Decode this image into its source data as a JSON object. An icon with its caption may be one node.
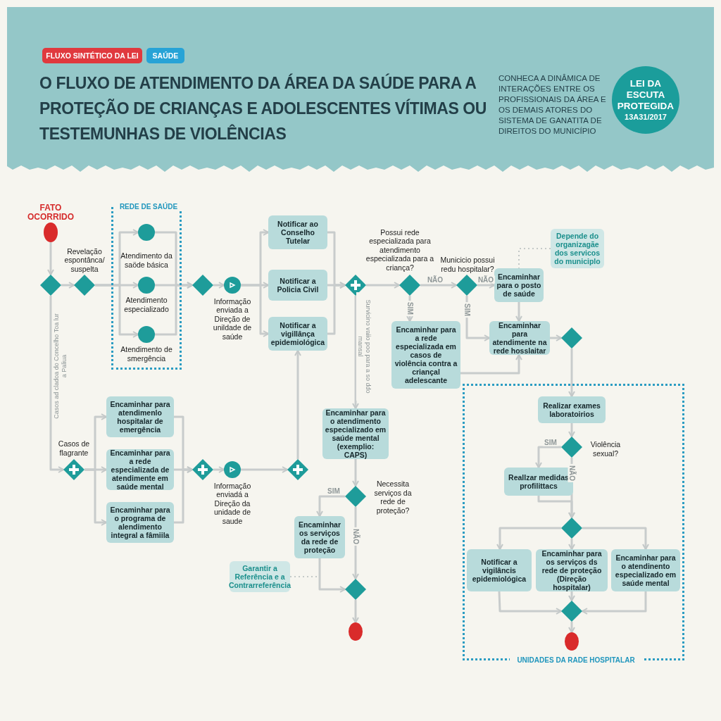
{
  "diagram": {
    "title": "O FLUXO DE ATENDIMENTO DA ÁREA DA SAÚDE PARA A PROTEÇÃO DE CRIANÇAS E ADOLESCENTES VÍTIMAS OU TESTEMUNHAS DE VIOLÊNCIAS",
    "nodes": [
      {
        "text": [
          "FLUXO SINTÉTICO DA LEI"
        ]
      },
      {
        "text": [
          "SAÚDE"
        ]
      },
      {
        "text": [
          "LEI DA ESCUTA PROTEGIDA",
          "13A31/2017"
        ]
      },
      {
        "text": [
          "FATO OCORRIDO"
        ]
      },
      {
        "text": [],
        "shape": "diamond"
      },
      {
        "text": [
          "Revelação espontânca/ suspelta"
        ]
      },
      {
        "text": [
          "REDE DE SAÚDE"
        ]
      },
      {
        "text": [
          "Atendimento da saöde básica"
        ],
        "in": 6
      },
      {
        "text": [
          "Atendimento especializado"
        ],
        "in": 6
      },
      {
        "text": [
          "Atendimento de smergência"
        ],
        "in": 6
      },
      {
        "text": [],
        "shape": "diamond"
      },
      {
        "text": [
          "Informação enviada a Direção de unildade de saúde"
        ]
      },
      {
        "text": [
          "Notificar ao Conselho Tutelar"
        ]
      },
      {
        "text": [
          "Notificar a Policia Civil"
        ]
      },
      {
        "text": [
          "Notificar a vigillânça epidemiológica"
        ]
      },
      {
        "text": [],
        "shape": "diamond"
      },
      {
        "text": [
          "Possui rede especializada para atendimento especializada para a criança?"
        ]
      },
      {
        "text": [
          "Municicio possui redu hospitalar?"
        ]
      },
      {
        "text": [
          "Encaminhar para o posto de saúde"
        ]
      },
      {
        "text": [
          "Depende do organizagãe dos servicos do municiplo"
        ]
      },
      {
        "text": [
          "Encaminhar para a rede especializada em casos de violência contra a criançal adelescante"
        ]
      },
      {
        "text": [
          "Encaminhar para atendimente na rede hosslaitar"
        ]
      },
      {
        "text": [],
        "shape": "diamond"
      },
      {
        "text": [
          "Encaminhar para atendimenlo hospitalar de emergência"
        ]
      },
      {
        "text": [
          "Encaminhar para a rede especializada de atendimente em saúde mental"
        ]
      },
      {
        "text": [
          "Encaminhar para o programa de alendimento integral a fâmiila"
        ]
      },
      {
        "text": [
          "Casos de flagrante"
        ]
      },
      {
        "text": [],
        "shape": "diamond"
      },
      {
        "text": [
          "Informação enviadá a Direção da unidade de saude"
        ]
      },
      {
        "text": [],
        "shape": "diamond"
      },
      {
        "text": [
          "Encaminhar para o atendimento especializado em saúde mental (exemplio: CAPS)"
        ]
      },
      {
        "text": [
          "Necessita serviços da rede de proteção?"
        ]
      },
      {
        "text": [
          "Encaminhar os serviços da rede de proteção"
        ]
      },
      {
        "text": [
          "Garantir a Referência e a Contrarreferência"
        ]
      },
      {
        "text": [],
        "shape": "diamond"
      },
      {
        "text": [],
        "shape": "circle"
      },
      {
        "text": [
          "UNIDADES DA RADE HOSPITALAR"
        ]
      },
      {
        "text": [
          "Realizar exames laboratoirios"
        ],
        "in": 36
      },
      {
        "text": [
          "Violência sexual?"
        ],
        "in": 36
      },
      {
        "text": [
          "Reallzar medidas profilittacs"
        ],
        "in": 36
      },
      {
        "text": [],
        "shape": "diamond",
        "in": 36
      },
      {
        "text": [
          "Notificar a vigilâncis epidemiológica"
        ],
        "in": 36
      },
      {
        "text": [
          "Encaminhar para os serviços ds rede de proteção (Direção hospitalar)"
        ],
        "in": 36
      },
      {
        "text": [
          "Encaminhar para o atendinento especializado em saúde mental"
        ],
        "in": 36
      },
      {
        "text": [],
        "shape": "diamond",
        "in": 36
      },
      {
        "text": [],
        "shape": "circle",
        "in": 36
      }
    ],
    "edges": [
      {
        "from": 3,
        "to": 4,
        "arrow": "to"
      },
      {
        "from": 4,
        "to": 5,
        "arrow": "to"
      },
      {
        "from": 5,
        "to": 7,
        "arrow": "to"
      },
      {
        "from": 5,
        "to": 8,
        "arrow": "to"
      },
      {
        "from": 5,
        "to": 9,
        "arrow": "to"
      },
      {
        "from": 7,
        "to": 10,
        "arrow": "to"
      },
      {
        "from": 8,
        "to": 10,
        "arrow": "to"
      },
      {
        "from": 9,
        "to": 10,
        "arrow": "to"
      },
      {
        "from": 10,
        "to": 11,
        "arrow": "to"
      },
      {
        "from": 11,
        "to": 12,
        "arrow": "to"
      },
      {
        "from": 11,
        "to": 13,
        "arrow": "to"
      },
      {
        "from": 11,
        "to": 14,
        "arrow": "to"
      },
      {
        "from": 12,
        "to": 15,
        "arrow": "to"
      },
      {
        "from": 13,
        "to": 15,
        "arrow": "to"
      },
      {
        "from": 14,
        "to": 15,
        "arrow": "to"
      },
      {
        "from": 15,
        "to": 16,
        "arrow": "to"
      },
      {
        "from": 16,
        "to": 17,
        "arrow": "to",
        "label": "NÃO"
      },
      {
        "from": 16,
        "to": 20,
        "arrow": "to",
        "label": "SIM"
      },
      {
        "from": 17,
        "to": 18,
        "arrow": "to",
        "label": "NÃO"
      },
      {
        "from": 17,
        "to": 21,
        "arrow": "to",
        "label": "SIM"
      },
      {
        "from": 18,
        "to": 21,
        "arrow": "to"
      },
      {
        "from": 20,
        "to": 21,
        "arrow": "to"
      },
      {
        "from": 21,
        "to": 22,
        "arrow": "to"
      },
      {
        "from": 22,
        "to": 37,
        "arrow": "to"
      },
      {
        "from": 19,
        "to": 18,
        "arrow": "none",
        "style": "dashed"
      },
      {
        "from": 4,
        "to": 26,
        "arrow": "to",
        "label": "Casos ad cladoa do Concelho Toa lur a Paliua"
      },
      {
        "from": 26,
        "to": 23,
        "arrow": "to"
      },
      {
        "from": 26,
        "to": 24,
        "arrow": "to"
      },
      {
        "from": 26,
        "to": 25,
        "arrow": "to"
      },
      {
        "from": 23,
        "to": 27,
        "arrow": "to"
      },
      {
        "from": 24,
        "to": 27,
        "arrow": "to"
      },
      {
        "from": 25,
        "to": 27,
        "arrow": "to"
      },
      {
        "from": 27,
        "to": 28,
        "arrow": "to"
      },
      {
        "from": 28,
        "to": 29,
        "arrow": "to"
      },
      {
        "from": 29,
        "to": 14,
        "arrow": "to"
      },
      {
        "from": 15,
        "to": 30,
        "arrow": "to",
        "label": "Survicino vaiio poo para a so ddo mansal"
      },
      {
        "from": 30,
        "to": 31,
        "arrow": "to"
      },
      {
        "from": 31,
        "to": 32,
        "arrow": "to",
        "label": "SIM"
      },
      {
        "from": 31,
        "to": 34,
        "arrow": "to",
        "label": "NÃO"
      },
      {
        "from": 32,
        "to": 34,
        "arrow": "to"
      },
      {
        "from": 33,
        "to": null,
        "arrow": "none",
        "style": "dashed"
      },
      {
        "from": 34,
        "to": 35,
        "arrow": "to"
      },
      {
        "from": 37,
        "to": 38,
        "arrow": "to"
      },
      {
        "from": 38,
        "to": 39,
        "arrow": "to",
        "label": "SIM"
      },
      {
        "from": 38,
        "to": 40,
        "arrow": "to",
        "label": "NÃO"
      },
      {
        "from": 39,
        "to": 40,
        "arrow": "to"
      },
      {
        "from": 40,
        "to": 41,
        "arrow": "to"
      },
      {
        "from": 40,
        "to": 42,
        "arrow": "to"
      },
      {
        "from": 40,
        "to": 43,
        "arrow": "to"
      },
      {
        "from": 41,
        "to": 44,
        "arrow": "to"
      },
      {
        "from": 42,
        "to": 44,
        "arrow": "to"
      },
      {
        "from": 43,
        "to": 44,
        "arrow": "to"
      },
      {
        "from": 44,
        "to": 45,
        "arrow": "to"
      }
    ],
    "labels": [
      "CONHECA A DINÂMICA DE INTERAÇÕES ENTRE OS PROFISSIONAIS DA ÁREA E OS DEMAIS ATORES DO SISTEMA DE GANATITA DE DIREITOS DO MUNICÍPIO"
    ]
  }
}
